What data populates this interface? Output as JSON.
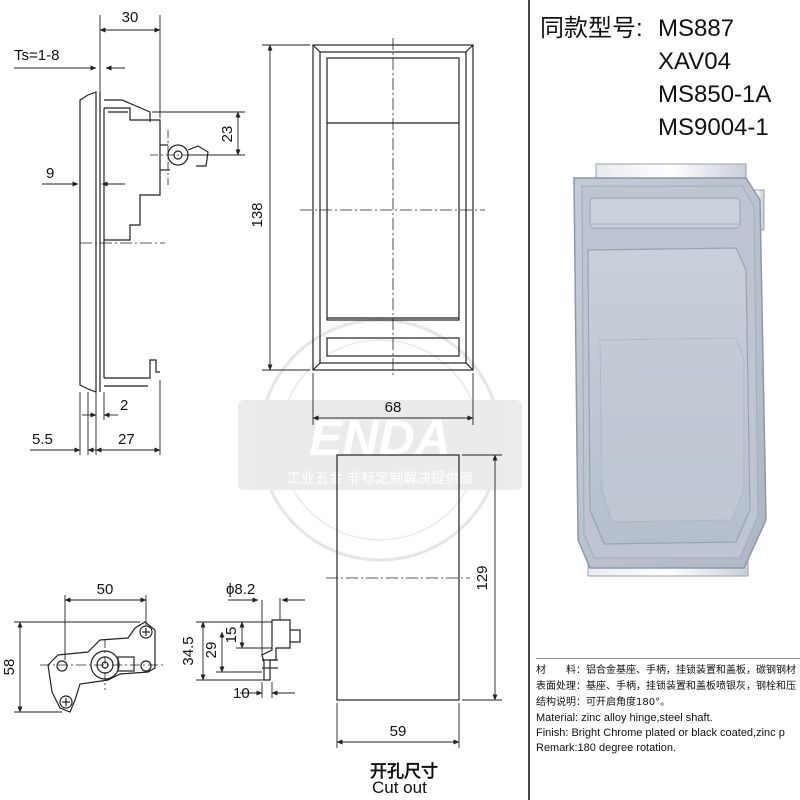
{
  "models": {
    "label": "同款型号:",
    "items": [
      "MS887",
      "XAV04",
      "MS850-1A",
      "MS9004-1"
    ]
  },
  "side_view": {
    "dim_30": "30",
    "dim_ts": "Ts=1-8",
    "dim_23": "23",
    "dim_9": "9",
    "dim_2": "2",
    "dim_5_5": "5.5",
    "dim_27": "27"
  },
  "front_view": {
    "dim_138": "138",
    "dim_68": "68"
  },
  "cutout": {
    "dim_129": "129",
    "dim_59": "59",
    "title_cn": "开孔尺寸",
    "title_en": "Cut out"
  },
  "bottom_view": {
    "dim_50": "50",
    "dim_58": "58"
  },
  "latch_view": {
    "dim_phi": "ϕ8.2",
    "dim_34_5": "34.5",
    "dim_29": "29",
    "dim_15": "15",
    "dim_10": "10"
  },
  "watermark": {
    "brand": "ENDA",
    "slogan": "工业五金 非标定制解决提供商"
  },
  "specs": {
    "cn_material": "材　　料：铝合金基座、手柄，挂锁装置和盖板，碳钢钢材",
    "cn_finish": "表面处理：基座、手柄，挂锁装置和盖板喷银灰，钢栓和压",
    "cn_remark": "结构说明：可开启角度180°。",
    "en_material": "Material: zinc alloy hinge,steel shaft.",
    "en_finish": "Finish: Bright Chrome plated or black coated,zinc p",
    "en_remark": "Remark:180 degree rotation."
  },
  "colors": {
    "line": "#222222",
    "product_gray": "#b9c2ce",
    "watermark": "#d6d6d6"
  }
}
